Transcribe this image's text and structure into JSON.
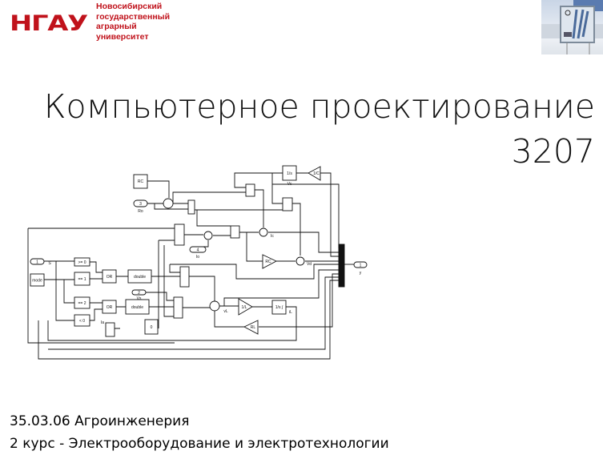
{
  "logo": {
    "mark": "НГАУ",
    "lines": [
      "Новосибирский",
      "государственный",
      "аграрный",
      "университет"
    ],
    "color": "#c0121b"
  },
  "title": {
    "line1": "Компьютерное проектирование",
    "line2": "3207"
  },
  "diagram": {
    "blocks": {
      "rc": "RC",
      "in3": "3",
      "ro": "Ro",
      "vc_int": "1/s",
      "vc": "Vc",
      "gain_c": "1/C",
      "in4": "4",
      "io": "Io",
      "ic": "Ic",
      "gain_rc": "RC",
      "vd": "Vd",
      "in1": "1",
      "s": "S",
      "mode": "mode",
      "ge0": ">= 0",
      "eq1": "== 1",
      "or1": "OR",
      "double1": "double",
      "in2": "2",
      "vs": "Vs",
      "eq2": "== 2",
      "lt0": "< 0",
      "or2": "OR",
      "double2": "double",
      "zero": "0",
      "ia": "Ia",
      "vl": "vL",
      "gain_l": "1/L",
      "int_l": "1/s ∫",
      "il": "iL",
      "gain_rl": "RL",
      "out1": "1",
      "y": "y"
    }
  },
  "footer": {
    "line1": "35.03.06 Агроинженерия",
    "line2": "2 курс - Электрооборудование и электротехнологии"
  }
}
